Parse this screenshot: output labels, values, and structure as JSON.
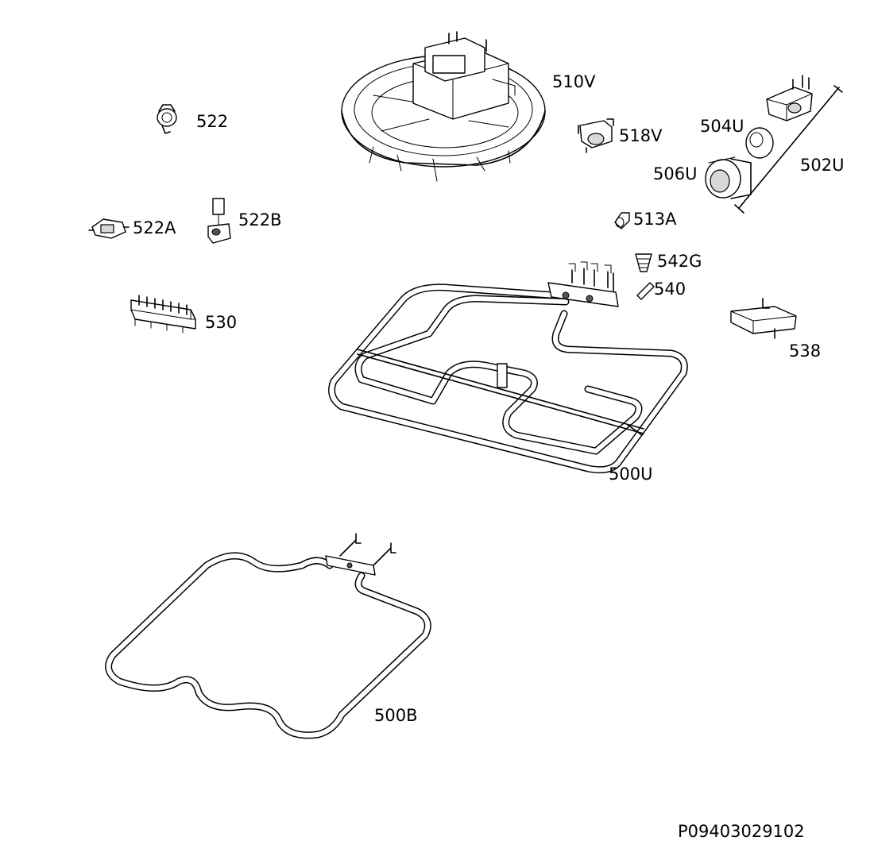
{
  "labels": {
    "fan_motor": "510V",
    "clamp": "522",
    "thermostat_limiter": "518V",
    "lamp_cover": "504U",
    "lamp_assembly": "502U",
    "lamp_holder": "506U",
    "bracket_a": "522A",
    "bracket_b": "522B",
    "fuse": "513A",
    "connector_cap": "542G",
    "pin": "540",
    "terminal_block": "530",
    "switch": "538",
    "upper_heater": "500U",
    "lower_heater": "500B"
  },
  "document_id": "P09403029102"
}
